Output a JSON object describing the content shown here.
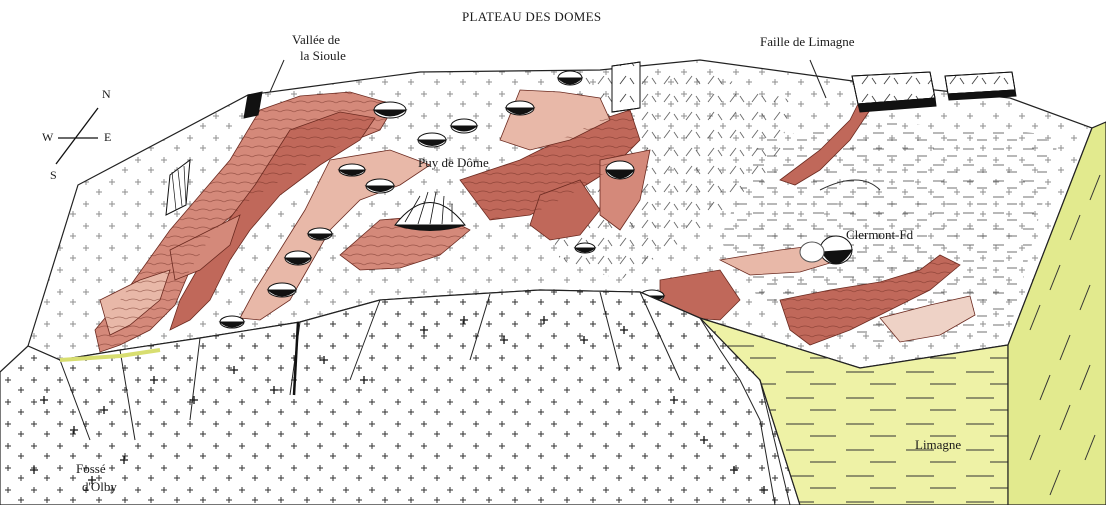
{
  "title": "PLATEAU DES DOMES",
  "labels": {
    "sioule_line1": "Vallée de",
    "sioule_line2": "la Sioule",
    "faille": "Faille de Limagne",
    "puy": "Puy de Dôme",
    "clermont": "Clermont-Fd",
    "limagne": "Limagne",
    "olby_line1": "Fossé",
    "olby_line2": "d'Olby"
  },
  "compass": {
    "n": "N",
    "s": "S",
    "e": "E",
    "w": "W"
  },
  "colors": {
    "lava_dark": "#c0685a",
    "lava_mid": "#d4897a",
    "lava_light": "#e8b8a8",
    "lava_pale": "#eed2c6",
    "sediment_yellow": "#eef2a6",
    "sediment_yellow_front": "#e2ea8e",
    "ink": "#1a1a1a"
  },
  "icons": [
    "compass-rose-icon"
  ]
}
